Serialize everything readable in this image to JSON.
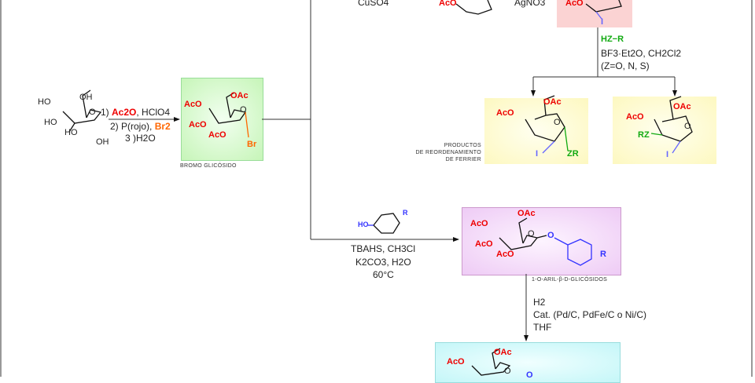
{
  "start": {
    "labels": [
      "HO",
      "OH",
      "HO",
      "HO",
      "OH",
      "O"
    ]
  },
  "step1": {
    "line1_num": "1)",
    "line1_reagent": "Ac2O",
    "line1_rest": ", HClO4",
    "line2": "2) P(rojo),",
    "line2_reagent": "Br2",
    "line3": "3 )H2O"
  },
  "bromo": {
    "labels": [
      "AcO",
      "OAc",
      "AcO",
      "AcO",
      "O",
      "Br"
    ],
    "caption": "BROMO GLICÓSIDO"
  },
  "top": {
    "reagent1": "CuSO4",
    "acO1": "AcO",
    "reagent2": "AgNO3",
    "acO2": "AcO",
    "iodo": "I"
  },
  "ferrier_step": {
    "reagent": "HZ−R",
    "line2": "BF3·Et2O, CH2Cl2",
    "line3": "(Z=O, N, S)"
  },
  "ferrier": {
    "caption": [
      "PRODUCTOS",
      "DE REORDENAMIENTO",
      "DE FERRIER"
    ],
    "p1": [
      "AcO",
      "OAc",
      "O",
      "I",
      "ZR"
    ],
    "p2": [
      "AcO",
      "OAc",
      "O",
      "RZ",
      "I"
    ]
  },
  "aryl_step": {
    "phenol": [
      "HO",
      "R"
    ],
    "line1": "TBAHS, CH3Cl",
    "line2": "K2CO3, H2O",
    "line3": "60°C"
  },
  "aryl": {
    "labels": [
      "AcO",
      "OAc",
      "AcO",
      "AcO",
      "O",
      "O",
      "R"
    ],
    "caption": "1-O-ARIL-β-D-GLICÓSIDOS"
  },
  "hydro_step": {
    "line1": "H2",
    "line2": "Cat. (Pd/C, PdFe/C o Ni/C)",
    "line3": "THF"
  },
  "final": {
    "labels": [
      "AcO",
      "OAc",
      "O",
      "O"
    ]
  },
  "colors": {
    "green_box": "#c6f5b8",
    "pink_box": "#fbd3d3",
    "yellow_box": "#fdf8c0",
    "purple_box": "#eecbf5",
    "cyan_box": "#c4f6f8"
  }
}
